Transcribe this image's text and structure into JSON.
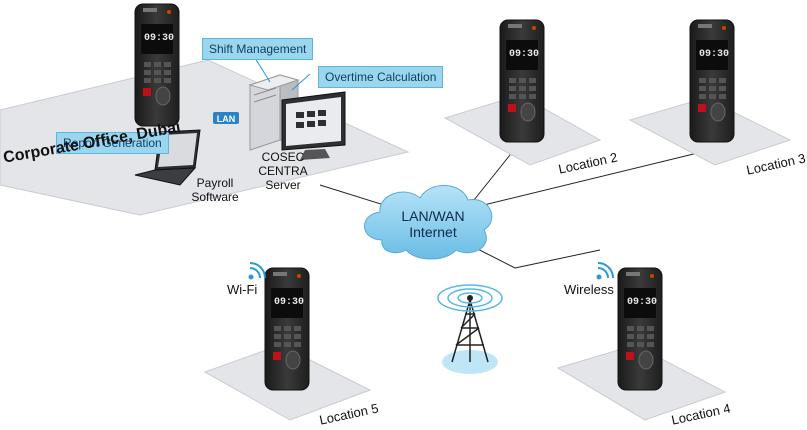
{
  "office": {
    "name": "Corporate Office, Dubai"
  },
  "callouts": {
    "shift": "Shift Management",
    "overtime": "Overtime Calculation",
    "report": "Report Generation"
  },
  "lan_label": "LAN",
  "server_label": [
    "COSEC CENTRA",
    "Server"
  ],
  "payroll_label": [
    "Payroll",
    "Software"
  ],
  "cloud_label": [
    "LAN/WAN",
    "Internet"
  ],
  "device_time": "09:30",
  "locations": {
    "loc2": "Location 2",
    "loc3": "Location 3",
    "loc4": "Location 4",
    "loc5": "Location 5"
  },
  "wireless": {
    "wifi": "Wi-Fi",
    "wireless": "Wireless"
  },
  "colors": {
    "platform": "#e4e5e9",
    "cloud": "#8fd0ee",
    "callout": "#9ad7ef",
    "device": "#2b2b2b"
  }
}
